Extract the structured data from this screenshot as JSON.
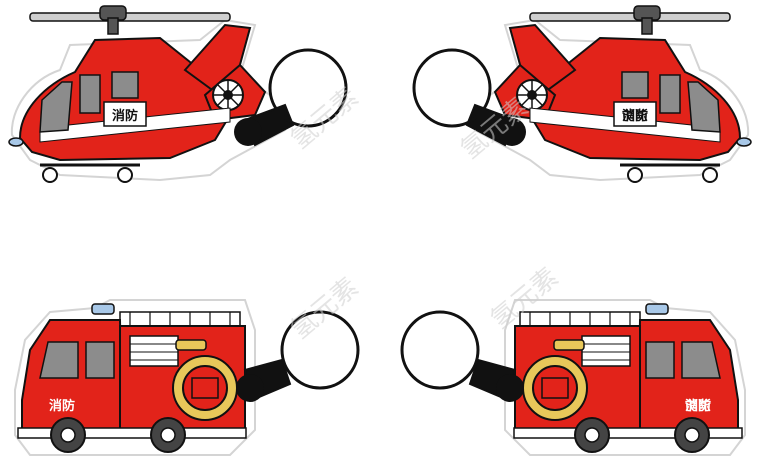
{
  "colors": {
    "body_red": "#e2231a",
    "dark_red": "#b3160f",
    "outline": "#111111",
    "sticker_border": "#d9d9d9",
    "white": "#ffffff",
    "window_gray": "#8c8c8c",
    "hose_yellow": "#e8c85a",
    "light_blue": "#a8c8e8"
  },
  "keychains": [
    {
      "kind": "helicopter",
      "badge": "消防",
      "mirrored": false
    },
    {
      "kind": "helicopter",
      "badge": "消防",
      "mirrored": true
    },
    {
      "kind": "fire-truck",
      "badge": "消防",
      "mirrored": false
    },
    {
      "kind": "fire-truck",
      "badge": "消防",
      "mirrored": true
    }
  ],
  "watermark": "氢元素",
  "icons": [
    "helicopter-icon",
    "fire-truck-icon",
    "key-ring-icon"
  ]
}
